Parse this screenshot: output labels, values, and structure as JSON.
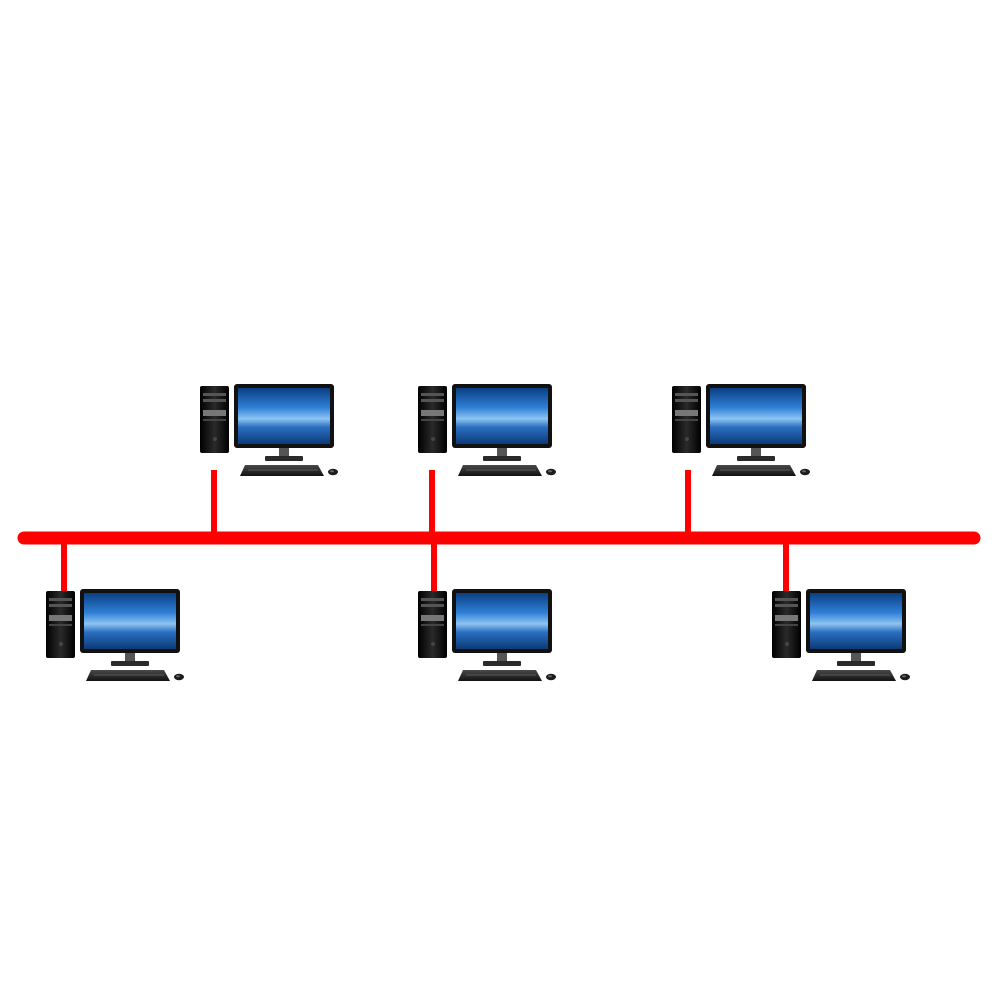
{
  "diagram": {
    "type": "bus-topology",
    "bus_color": "#ff0000",
    "node_count": 6,
    "nodes": [
      {
        "id": "pc-top-1",
        "row": "top"
      },
      {
        "id": "pc-top-2",
        "row": "top"
      },
      {
        "id": "pc-top-3",
        "row": "top"
      },
      {
        "id": "pc-bottom-1",
        "row": "bottom"
      },
      {
        "id": "pc-bottom-2",
        "row": "bottom"
      },
      {
        "id": "pc-bottom-3",
        "row": "bottom"
      }
    ],
    "icons": {
      "computer": "desktop-computer-icon",
      "tower": "pc-tower-icon",
      "monitor": "monitor-icon",
      "keyboard": "keyboard-icon",
      "mouse": "mouse-icon"
    }
  }
}
